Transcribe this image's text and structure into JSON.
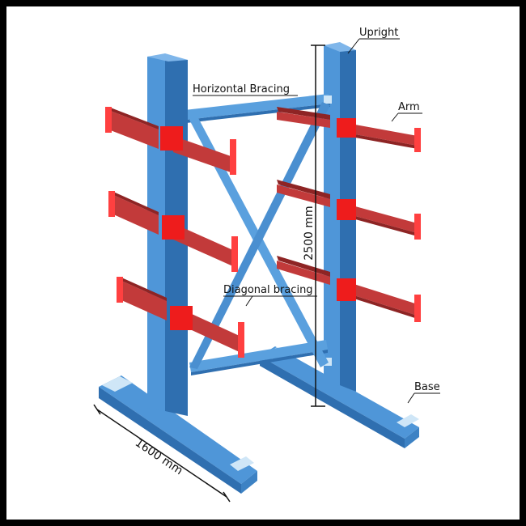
{
  "labels": {
    "upright": "Upright",
    "horizontal_bracing": "Horizontal Bracing",
    "arm": "Arm",
    "diagonal_bracing": "Diagonal bracing",
    "base": "Base"
  },
  "dimensions": {
    "height": "2500 mm",
    "length": "1600 mm"
  },
  "colors": {
    "frame_blue": "#4f96d8",
    "frame_blue_dark": "#2f6fb0",
    "frame_blue_light": "#7fb6ea",
    "arm_red": "#c23a3a",
    "arm_red_dark": "#8e2424",
    "arm_end_red": "#ff4040",
    "bracket_red": "#ee1c1c",
    "cap_light": "#cfe6f7"
  }
}
